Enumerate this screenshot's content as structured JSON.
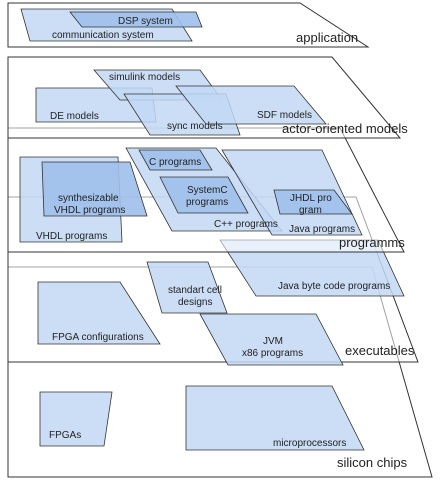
{
  "layers": {
    "application": "application",
    "actor_oriented": "actor-oriented models",
    "programms": "programms",
    "executables": "executables",
    "silicon": "silicon chips"
  },
  "items": {
    "dsp_system": "DSP system",
    "communication_system": "communication system",
    "simulink_models": "simulink models",
    "de_models": "DE models",
    "sync_models": "sync models",
    "sdf_models": "SDF models",
    "c_programs": "C programs",
    "synthesizable_line1": "synthesizable",
    "synthesizable_line2": "VHDL programs",
    "systemc_line1": "SystemC",
    "systemc_line2": "programs",
    "jhdl_line1": "JHDL pro",
    "jhdl_line2": "gram",
    "vhdl_programs": "VHDL programs",
    "cpp_programs": "C++ programs",
    "java_programs": "Java programs",
    "standard_cell_line1": "standart cell",
    "standard_cell_line2": "designs",
    "java_byte_code": "Java byte code programs",
    "fpga_configurations": "FPGA configurations",
    "jvm_line1": "JVM",
    "jvm_line2": "x86 programs",
    "fpgas": "FPGAs",
    "microprocessors": "microprocessors"
  }
}
